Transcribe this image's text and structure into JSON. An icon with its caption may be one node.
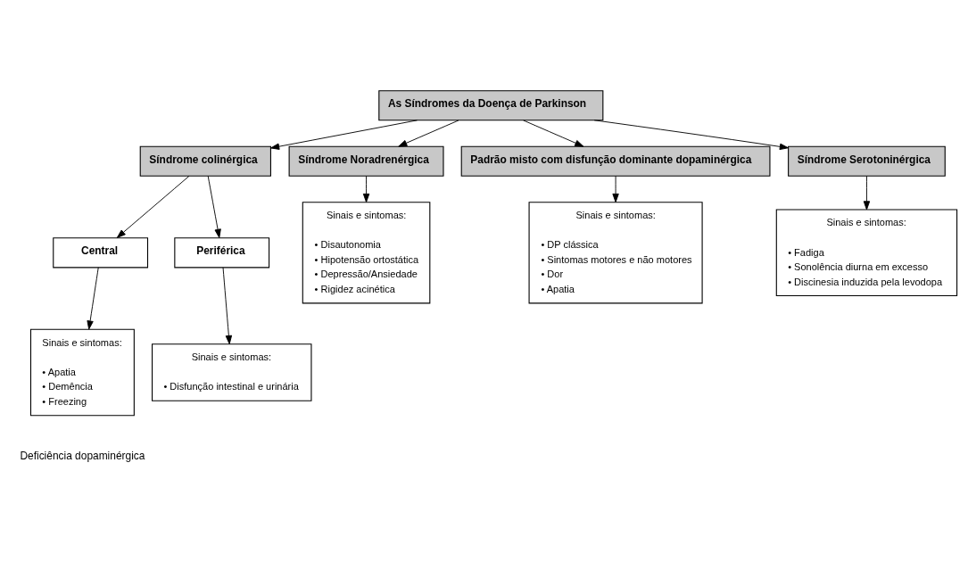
{
  "diagram": {
    "nodes": [
      {
        "text": [
          "As Síndromes da Doença de Parkinson"
        ]
      },
      {
        "text": [
          "Síndrome colinérgica"
        ]
      },
      {
        "text": [
          "Síndrome Noradrenérgica"
        ]
      },
      {
        "text": [
          "Padrão misto com disfunção dominante dopaminérgica"
        ]
      },
      {
        "text": [
          "Síndrome Serotoninérgica"
        ]
      },
      {
        "text": [
          "Central"
        ]
      },
      {
        "text": [
          "Periférica"
        ]
      },
      {
        "text": [
          "Sinais e sintomas:",
          "• Apatia",
          "• Demência",
          "• Freezing"
        ]
      },
      {
        "text": [
          "Sinais e sintomas:",
          "• Disfunção intestinal e urinária"
        ]
      },
      {
        "text": [
          "Sinais e sintomas:",
          "• Disautonomia",
          "• Hipotensão ortostática",
          "• Depressão/Ansiedade",
          "• Rigidez acinética"
        ]
      },
      {
        "text": [
          "Sinais e sintomas:",
          "• DP clássica",
          "• Sintomas motores e não motores",
          "• Dor",
          "• Apatia"
        ]
      },
      {
        "text": [
          "Sinais e sintomas:",
          "• Fadiga",
          "• Sonolência diurna em excesso",
          "• Discinesia induzida pela levodopa"
        ]
      }
    ],
    "edges": [
      {
        "from": 0,
        "to": 1,
        "arrow": "to"
      },
      {
        "from": 0,
        "to": 2,
        "arrow": "to"
      },
      {
        "from": 0,
        "to": 3,
        "arrow": "to"
      },
      {
        "from": 0,
        "to": 4,
        "arrow": "to"
      },
      {
        "from": 1,
        "to": 5,
        "arrow": "to"
      },
      {
        "from": 1,
        "to": 6,
        "arrow": "to"
      },
      {
        "from": 5,
        "to": 7,
        "arrow": "to"
      },
      {
        "from": 6,
        "to": 8,
        "arrow": "to"
      },
      {
        "from": 2,
        "to": 9,
        "arrow": "to"
      },
      {
        "from": 3,
        "to": 10,
        "arrow": "to"
      },
      {
        "from": 4,
        "to": 11,
        "arrow": "to"
      }
    ],
    "labels": [
      "Deficiência dopaminérgica"
    ]
  }
}
